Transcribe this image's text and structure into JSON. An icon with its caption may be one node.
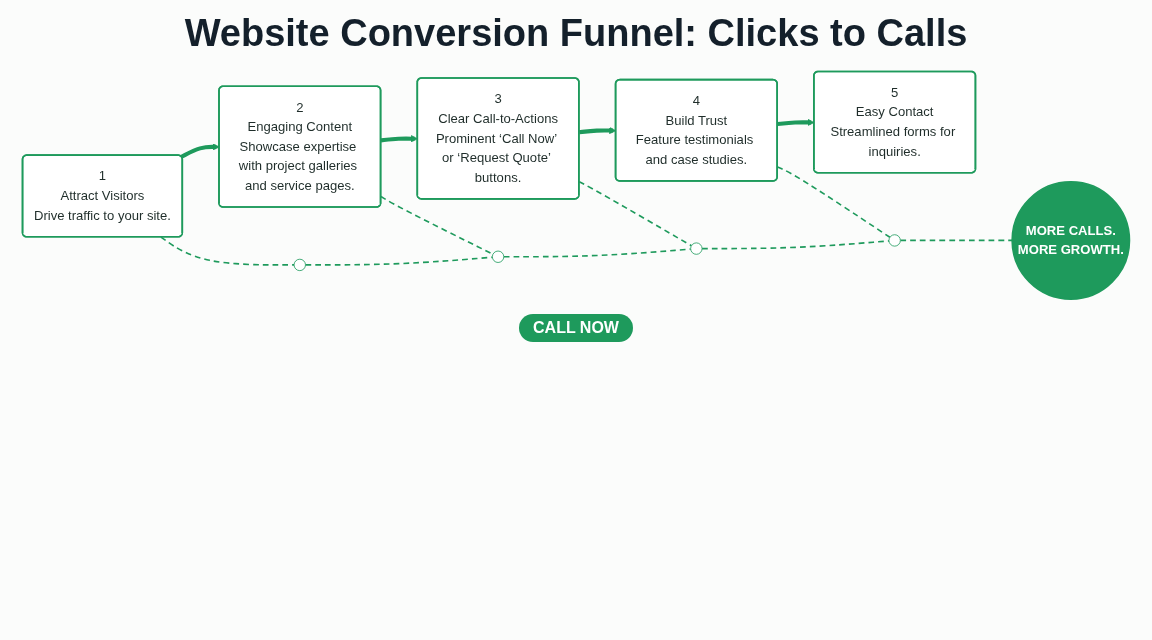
{
  "diagram": {
    "title": "Website Conversion Funnel: Clicks to Calls",
    "nodes": [
      {
        "text": [
          "1",
          "Attract Visitors",
          "Drive traffic to your site."
        ]
      },
      {
        "text": [
          "2",
          "Engaging Content",
          "Showcase expertise with project galleries and service pages."
        ]
      },
      {
        "text": [
          "3",
          "Clear Call-to-Actions",
          "Prominent ‘Call Now’ or ‘Request Quote’ buttons."
        ]
      },
      {
        "text": [
          "4",
          "Build Trust",
          "Feature testimonials and case studies."
        ]
      },
      {
        "text": [
          "5",
          "Easy Contact",
          "Streamlined forms for inquiries."
        ]
      },
      {
        "text": [],
        "shape": "circle"
      },
      {
        "text": [],
        "shape": "circle"
      },
      {
        "text": [],
        "shape": "circle"
      },
      {
        "text": [],
        "shape": "circle"
      },
      {
        "text": [
          "MORE CALLS.",
          "MORE GROWTH."
        ]
      }
    ],
    "edges": [
      {
        "from": 0,
        "to": 1,
        "arrow": "to",
        "style": "thick"
      },
      {
        "from": 1,
        "to": 2,
        "arrow": "to",
        "style": "thick"
      },
      {
        "from": 2,
        "to": 3,
        "arrow": "to",
        "style": "thick"
      },
      {
        "from": 3,
        "to": 4,
        "arrow": "to",
        "style": "thick"
      },
      {
        "from": 0,
        "to": 5,
        "arrow": "none",
        "style": "dashed"
      },
      {
        "from": 1,
        "to": 6,
        "arrow": "none",
        "style": "dashed"
      },
      {
        "from": 2,
        "to": 7,
        "arrow": "none",
        "style": "dashed"
      },
      {
        "from": 3,
        "to": 8,
        "arrow": "none",
        "style": "dashed"
      },
      {
        "from": 5,
        "to": 6,
        "arrow": "none",
        "style": "dashed"
      },
      {
        "from": 6,
        "to": 7,
        "arrow": "none",
        "style": "dashed"
      },
      {
        "from": 7,
        "to": 8,
        "arrow": "none",
        "style": "dashed"
      },
      {
        "from": 8,
        "to": 9,
        "arrow": "none",
        "style": "dashed"
      }
    ],
    "labels": [
      "CALL NOW"
    ]
  }
}
